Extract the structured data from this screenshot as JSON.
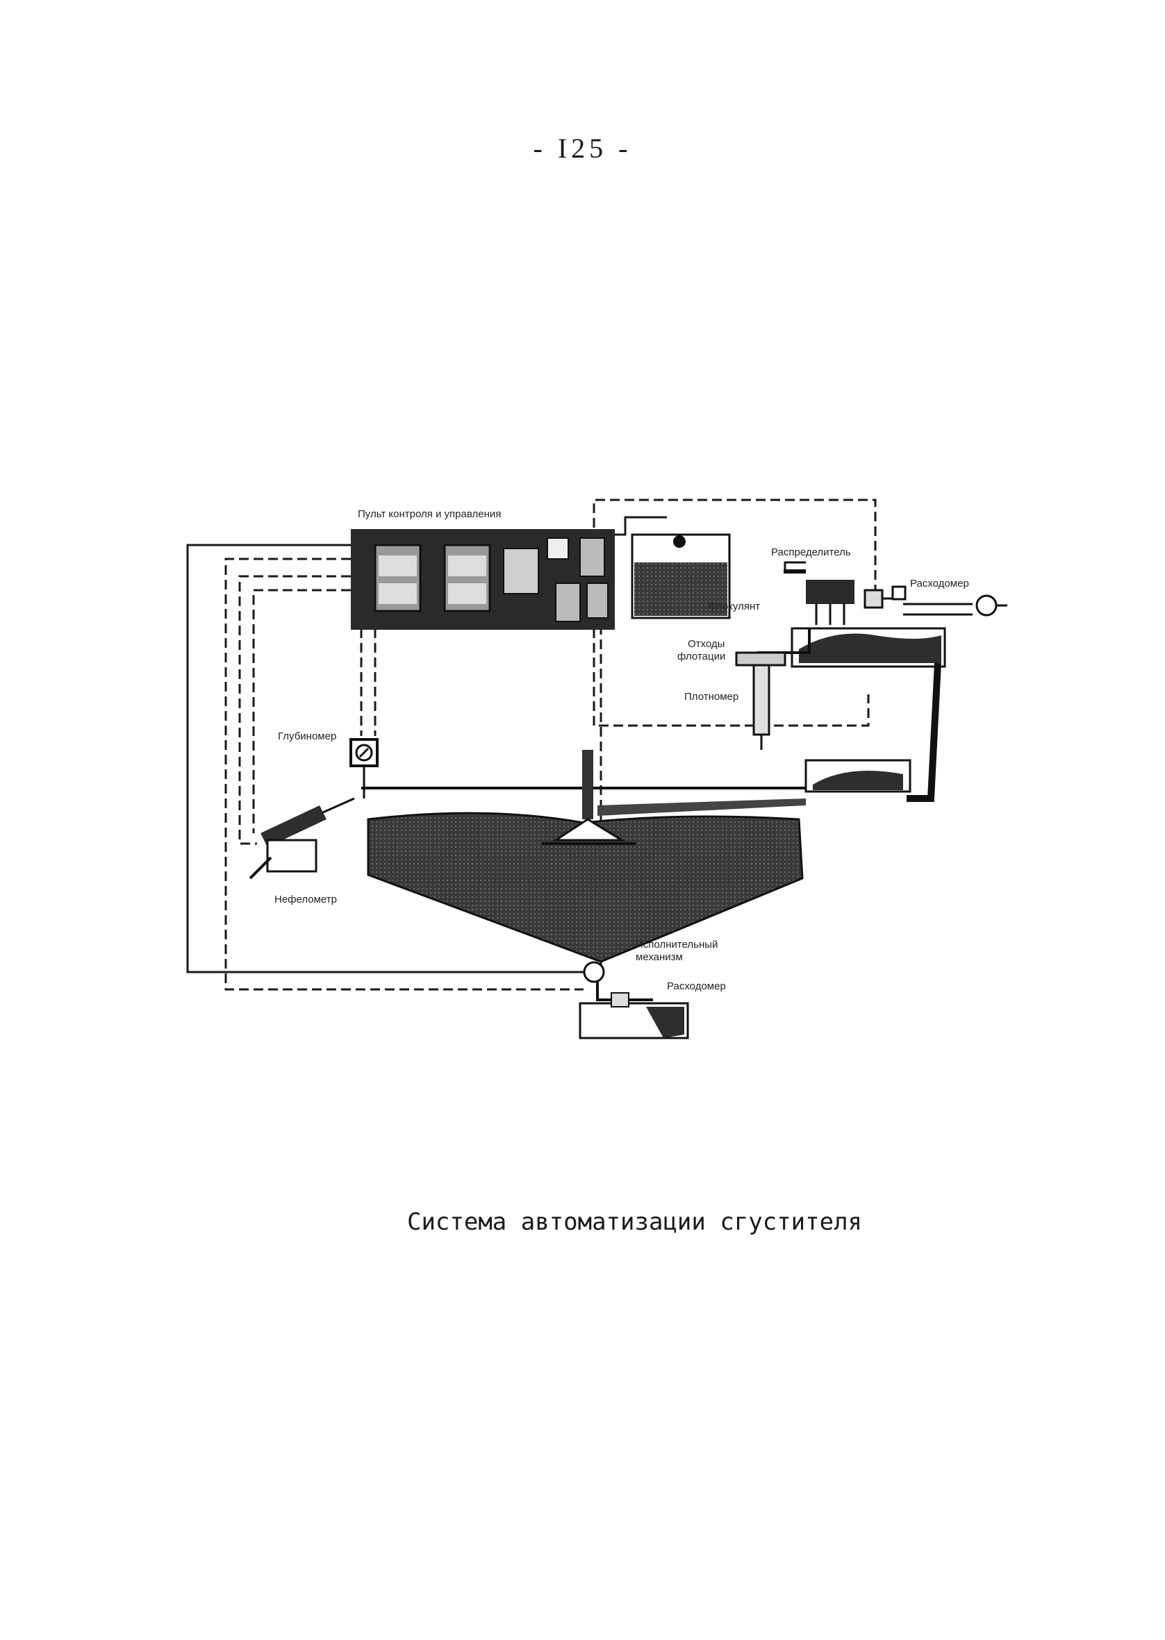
{
  "page": {
    "number": "- I25 -",
    "caption": "Система автоматизации сгустителя"
  },
  "figure": {
    "labels": {
      "control_panel": "Пульт контроля и управления",
      "distributor": "Распределитель",
      "flowmeter_top": "Расходомер",
      "flocculant": "Флокулянт",
      "flotation_waste_1": "Отходы",
      "flotation_waste_2": "флотации",
      "densitometer": "Плотномер",
      "depth_gauge": "Глубиномер",
      "nephelometer": "Нефелометр",
      "actuator_1": "Исполнительный",
      "actuator_2": "механизм",
      "flowmeter_bottom": "Расходомер"
    }
  },
  "colors": {
    "ink": "#1a1a1a",
    "fill_dark": "#2b2b2b",
    "fill_mid": "#555555",
    "paper": "#ffffff"
  }
}
